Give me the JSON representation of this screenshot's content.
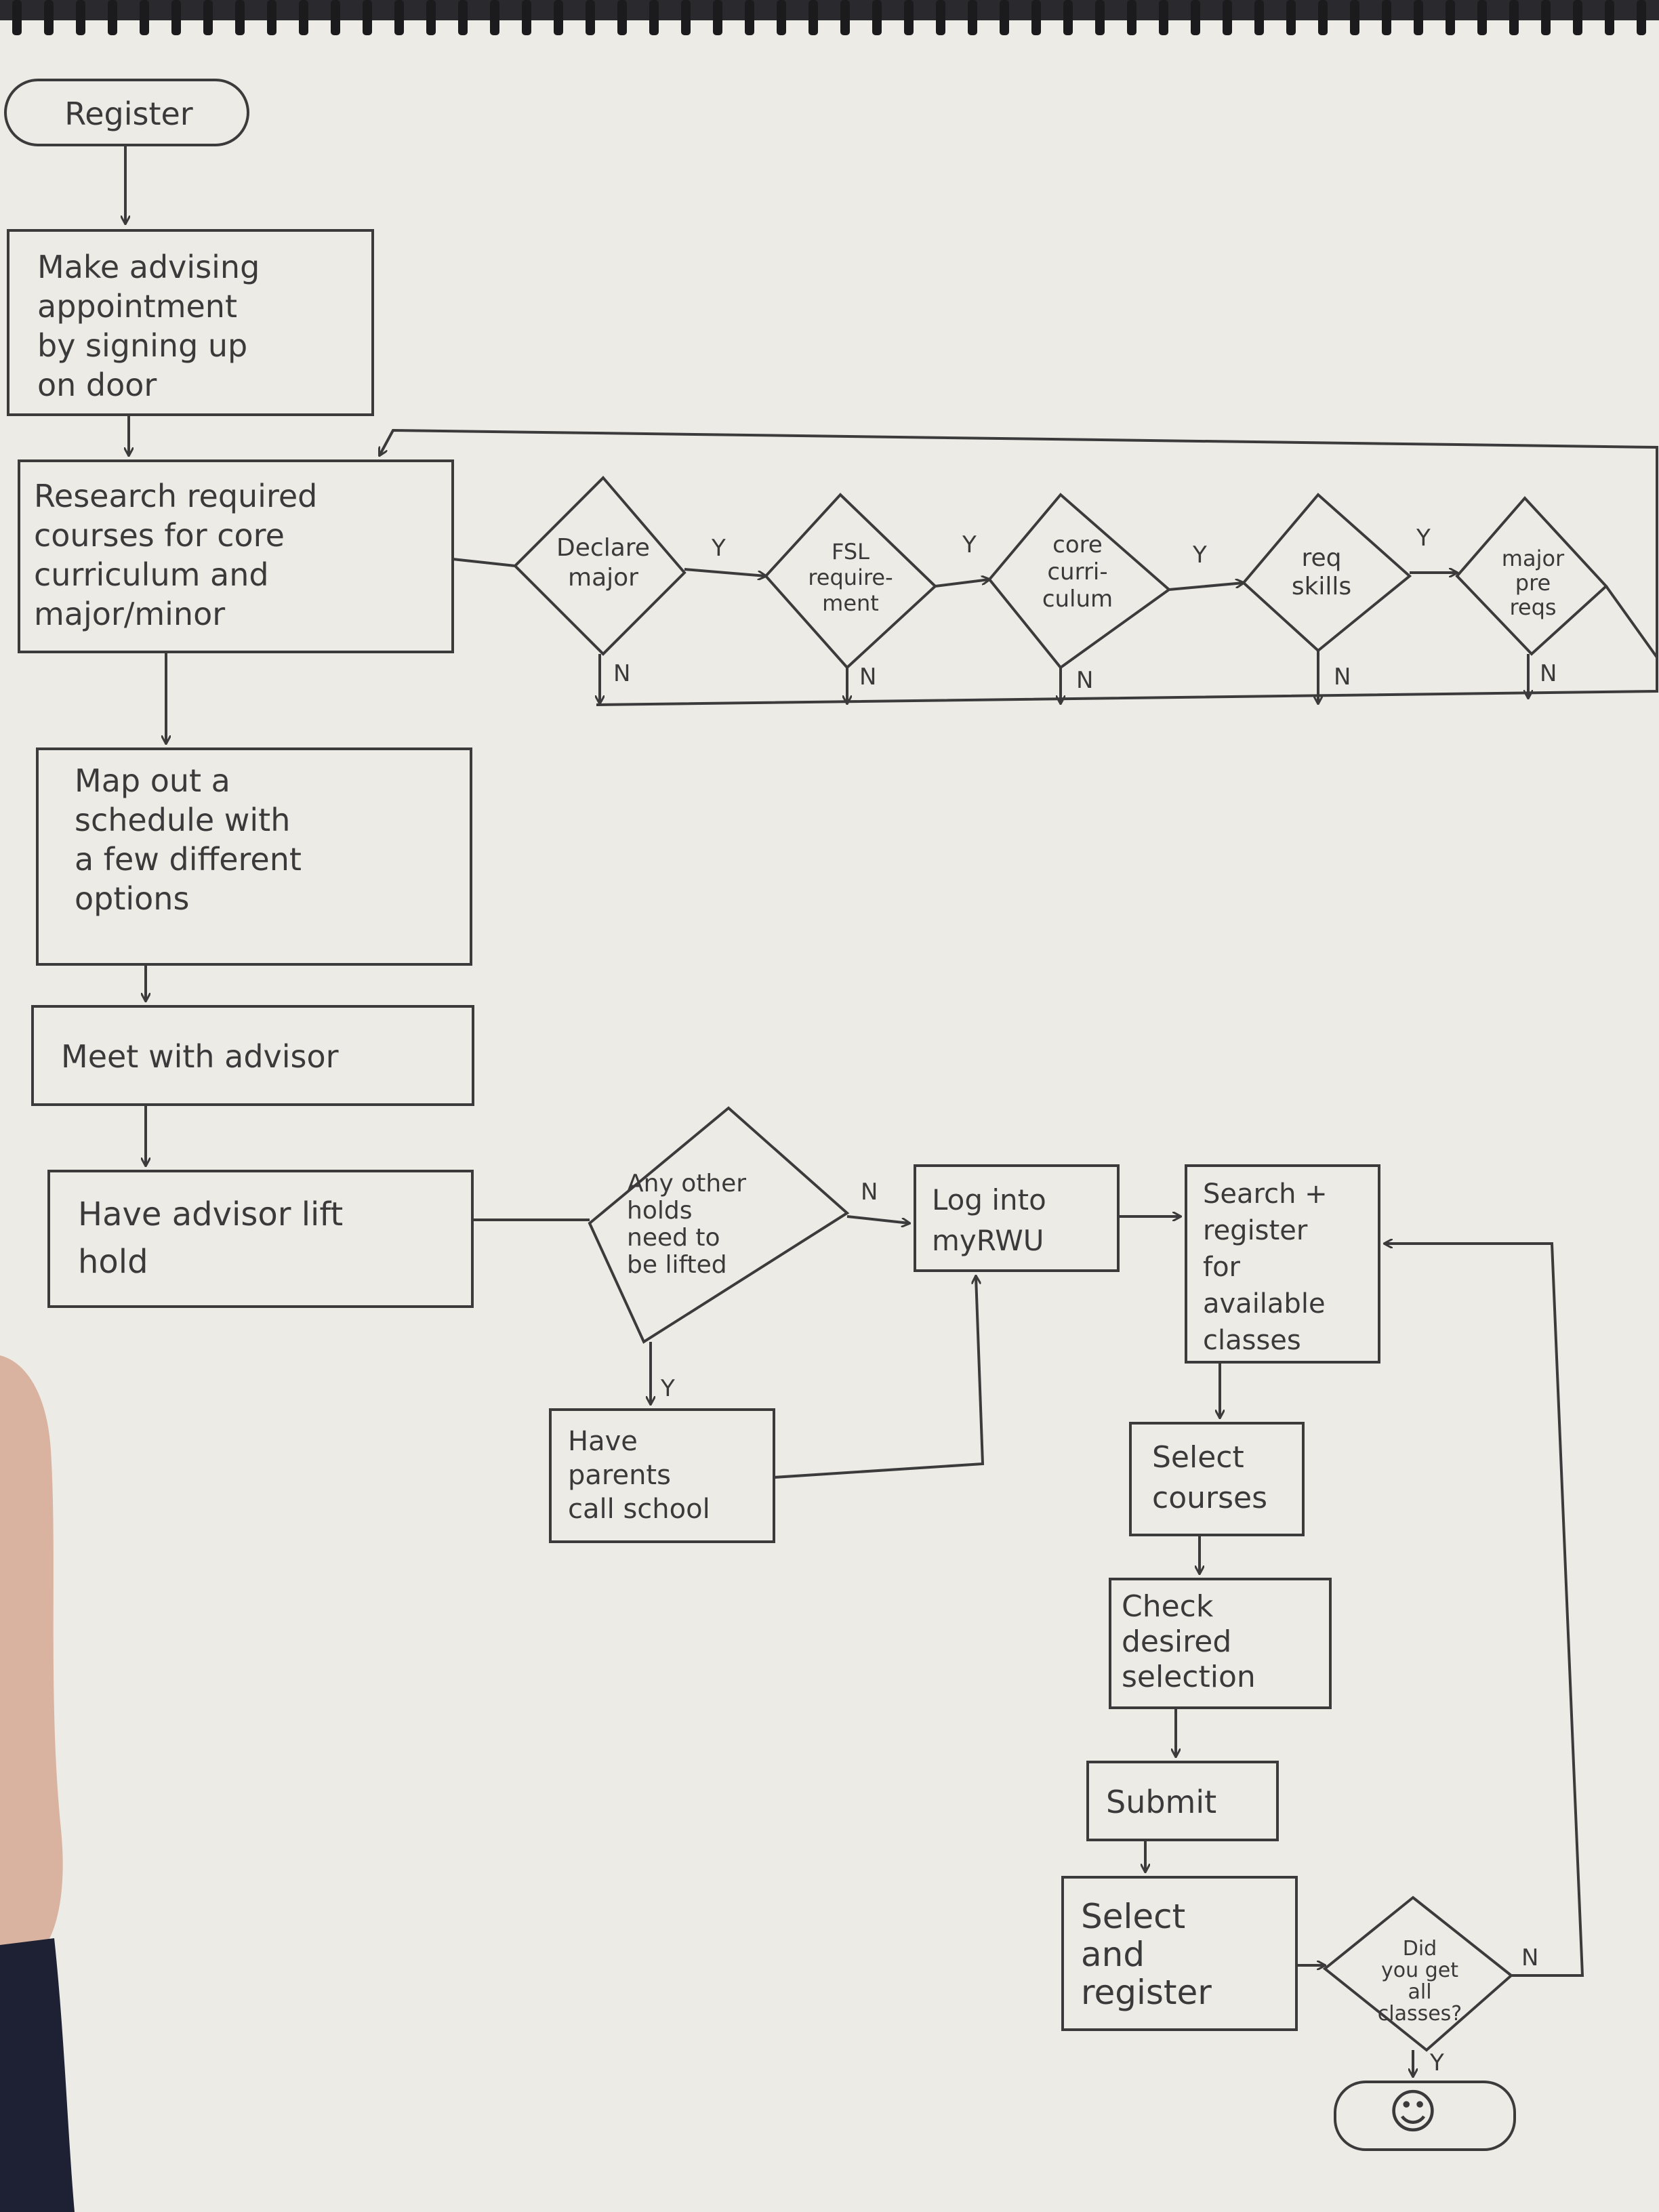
{
  "colors": {
    "paper": "#ecebe6",
    "ink": "#3b3b3b",
    "background": "#2a2a2e",
    "hand": "#d9b3a0",
    "sleeve": "#1d2133"
  },
  "nodes": {
    "register": "Register",
    "make_appointment": [
      "Make advising",
      "appointment",
      "by signing up",
      "on door"
    ],
    "research": [
      "Research required",
      "courses for core",
      "curriculum and",
      "major/minor"
    ],
    "declare_major": [
      "Declare",
      "major"
    ],
    "fsl_requirement": [
      "FSL",
      "require-",
      "ment"
    ],
    "core_curriculum": [
      "core",
      "curri-",
      "culum"
    ],
    "req_skills": [
      "req",
      "skills"
    ],
    "major_prereqs": [
      "major",
      "pre",
      "reqs"
    ],
    "map_schedule": [
      "Map out a",
      "schedule with",
      "a few different",
      "options"
    ],
    "meet_advisor": "Meet with advisor",
    "lift_hold": [
      "Have advisor lift",
      "hold"
    ],
    "other_holds": [
      "Any other",
      "holds",
      "need to",
      "be lifted"
    ],
    "parents_call": [
      "Have",
      "parents",
      "call school"
    ],
    "log_in": [
      "Log into",
      "myRWU"
    ],
    "search_register": [
      "Search +",
      "register",
      "for",
      "available",
      "classes"
    ],
    "select_courses": [
      "Select",
      "courses"
    ],
    "check_selection": [
      "Check",
      "desired",
      "selection"
    ],
    "submit": "Submit",
    "select_and_register": [
      "Select",
      "and",
      "register"
    ],
    "got_all_classes": [
      "Did",
      "you get",
      "all",
      "classes?"
    ],
    "end_smiley": "☺"
  },
  "edge_labels": {
    "yes": "Y",
    "no": "N"
  }
}
